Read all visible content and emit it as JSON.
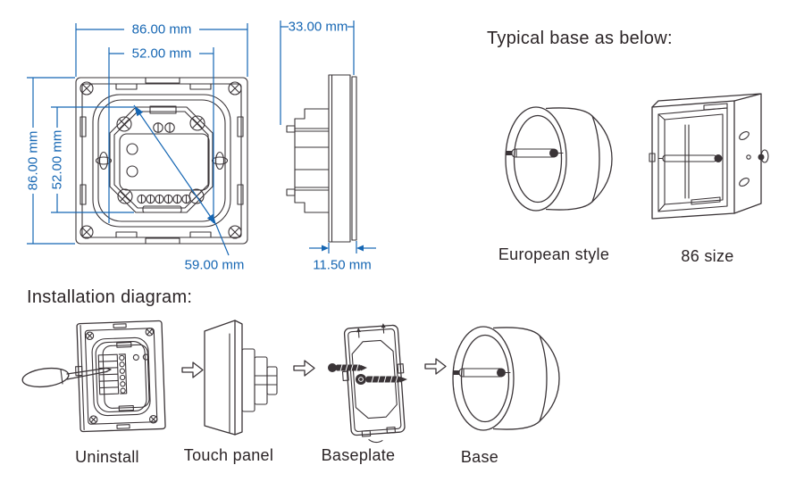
{
  "colors": {
    "dimension_blue": "#1566b3",
    "line_dark": "#3a3437",
    "text_dark": "#2b2426",
    "background": "#ffffff"
  },
  "front_view": {
    "dims": {
      "width_outer": "86.00 mm",
      "width_inner": "52.00 mm",
      "height_outer": "86.00 mm",
      "height_inner": "52.00 mm",
      "diagonal": "59.00 mm"
    }
  },
  "side_view": {
    "dims": {
      "depth": "33.00 mm",
      "thickness": "11.50 mm"
    }
  },
  "typical_base": {
    "heading": "Typical base as below:",
    "bases": [
      {
        "label": "European style"
      },
      {
        "label": "86 size"
      }
    ]
  },
  "installation": {
    "heading": "Installation diagram:",
    "steps": [
      {
        "label": "Uninstall"
      },
      {
        "label": "Touch panel"
      },
      {
        "label": "Baseplate"
      },
      {
        "label": "Base"
      }
    ]
  }
}
